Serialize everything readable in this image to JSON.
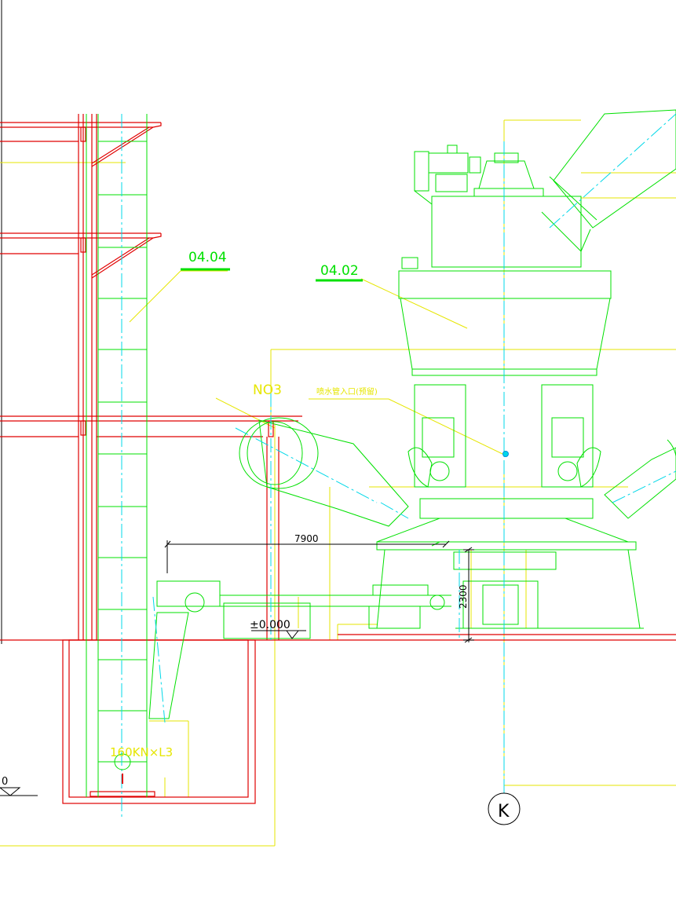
{
  "labels": {
    "elevator_tag": "04.04",
    "mill_tag": "04.02",
    "no_tag": "NO3",
    "water_note": "喷水管入口(预留)",
    "dim_horizontal": "7900",
    "dim_vertical": "2300",
    "elevation": "±0.000",
    "load_note": "160KN×L3",
    "grid_axis": "K",
    "left_level": "0"
  },
  "colors": {
    "red": "#e00000",
    "green": "#00e000",
    "yellow": "#e6e600",
    "cyan": "#00d8e8",
    "black": "#000000"
  }
}
